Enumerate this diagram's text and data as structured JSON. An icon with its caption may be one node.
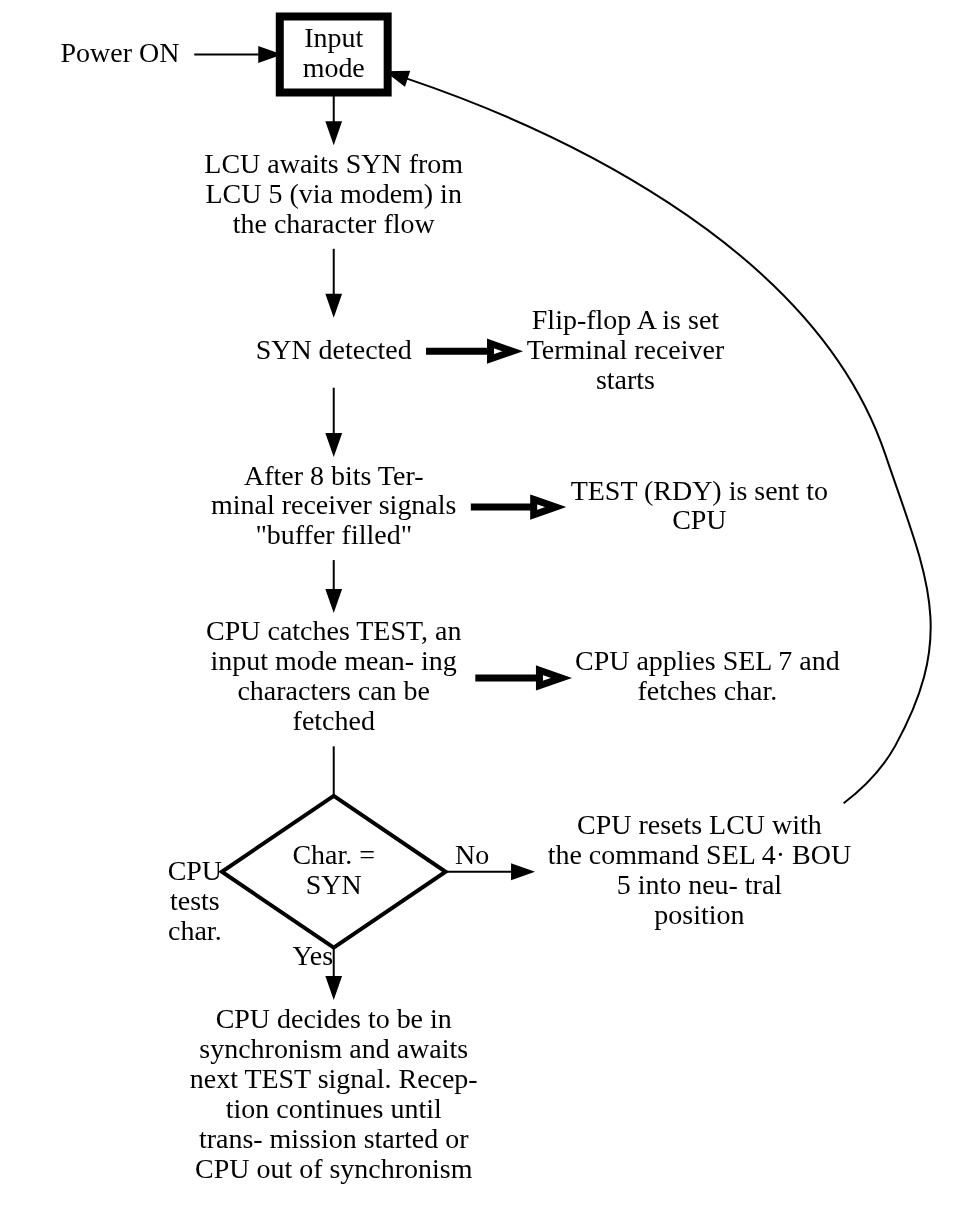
{
  "diagram": {
    "nodes": [
      {
        "text": [
          "Power ON"
        ]
      },
      {
        "text": [
          "Input mode"
        ]
      },
      {
        "text": [
          "LCU awaits SYN from LCU 5 (via modem) in the character flow"
        ]
      },
      {
        "text": [
          "SYN detected"
        ]
      },
      {
        "text": [
          "Flip-flop A is set Terminal receiver starts"
        ]
      },
      {
        "text": [
          "After 8 bits Ter- minal receiver signals \"buffer filled\""
        ]
      },
      {
        "text": [
          "TEST (RDY) is sent to CPU"
        ]
      },
      {
        "text": [
          "CPU catches TEST, an input mode mean- ing characters can be fetched"
        ]
      },
      {
        "text": [
          "CPU applies SEL 7 and fetches char."
        ]
      },
      {
        "text": [
          "Char. = SYN"
        ],
        "beside": [
          "CPU tests char."
        ]
      },
      {
        "text": [
          "CPU resets LCU with the command SEL 4· BOU 5 into neu- tral position"
        ]
      },
      {
        "text": [
          "CPU decides to be in synchronism and awaits next TEST signal. Recep- tion continues until trans- mission started or CPU out of synchronism"
        ]
      }
    ],
    "edges": [
      {
        "from": 0,
        "to": 1,
        "arrow": "to"
      },
      {
        "from": 10,
        "to": 1,
        "arrow": "to"
      },
      {
        "from": 1,
        "to": 2,
        "arrow": "to"
      },
      {
        "from": 2,
        "to": 3,
        "arrow": "to"
      },
      {
        "from": 3,
        "to": 4,
        "arrow": "to",
        "style": "thick"
      },
      {
        "from": 3,
        "to": 5,
        "arrow": "to"
      },
      {
        "from": 5,
        "to": 6,
        "arrow": "to",
        "style": "thick"
      },
      {
        "from": 5,
        "to": 7,
        "arrow": "to"
      },
      {
        "from": 7,
        "to": 8,
        "arrow": "to",
        "style": "thick"
      },
      {
        "from": 7,
        "to": 9,
        "arrow": "none"
      },
      {
        "from": 9,
        "to": 10,
        "arrow": "to",
        "label": "No"
      },
      {
        "from": 9,
        "to": 11,
        "arrow": "to",
        "label": "Yes"
      }
    ]
  }
}
